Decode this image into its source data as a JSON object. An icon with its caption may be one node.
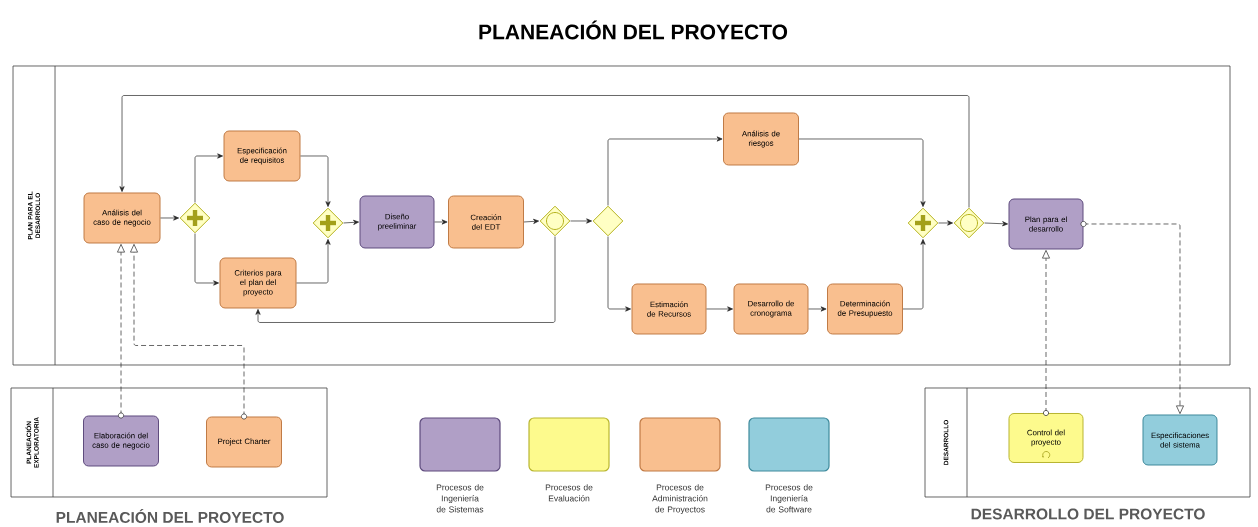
{
  "diagram": {
    "title": "PLANEACIÓN DEL PROYECTO",
    "nodes": [
      {
        "text": [
          "PLAN PARA EL DESARROLLO"
        ]
      },
      {
        "text": [
          "Análisis del caso de negocio"
        ],
        "in": 0
      },
      {
        "text": [],
        "shape": "diamond",
        "in": 0
      },
      {
        "text": [
          "Especificación de requisitos"
        ],
        "in": 0
      },
      {
        "text": [
          "Criterios para el plan del proyecto"
        ],
        "in": 0
      },
      {
        "text": [],
        "shape": "diamond",
        "in": 0
      },
      {
        "text": [
          "Diseño preeliminar"
        ],
        "in": 0
      },
      {
        "text": [
          "Creación del EDT"
        ],
        "in": 0
      },
      {
        "text": [],
        "shape": "diamond",
        "in": 0
      },
      {
        "text": [],
        "shape": "diamond",
        "in": 0
      },
      {
        "text": [
          "Análisis de riesgos"
        ],
        "in": 0
      },
      {
        "text": [
          "Estimación de Recursos"
        ],
        "in": 0
      },
      {
        "text": [
          "Desarrollo de cronograma"
        ],
        "in": 0
      },
      {
        "text": [
          "Determinación de Presupuesto"
        ],
        "in": 0
      },
      {
        "text": [],
        "shape": "diamond",
        "in": 0
      },
      {
        "text": [],
        "shape": "diamond",
        "in": 0
      },
      {
        "text": [
          "Plan para el desarrollo"
        ],
        "in": 0
      },
      {
        "text": [
          "PLANEACIÓN EXPLORATORIA"
        ]
      },
      {
        "text": [
          "Elaboración del caso de negocio"
        ],
        "in": 17
      },
      {
        "text": [
          "Project Charter"
        ],
        "in": 17
      },
      {
        "text": [
          "DESARROLLO"
        ]
      },
      {
        "text": [
          "Control del proyecto"
        ],
        "in": 20
      },
      {
        "text": [
          "Especificaciones del sistema"
        ],
        "in": 20
      }
    ],
    "edges": [
      {
        "from": 1,
        "to": 2,
        "arrow": "to"
      },
      {
        "from": 2,
        "to": 3,
        "arrow": "to"
      },
      {
        "from": 2,
        "to": 4,
        "arrow": "to"
      },
      {
        "from": 3,
        "to": 5,
        "arrow": "to"
      },
      {
        "from": 4,
        "to": 5,
        "arrow": "to"
      },
      {
        "from": 5,
        "to": 6,
        "arrow": "to"
      },
      {
        "from": 6,
        "to": 7,
        "arrow": "to"
      },
      {
        "from": 7,
        "to": 8,
        "arrow": "to"
      },
      {
        "from": 8,
        "to": 4,
        "arrow": "to"
      },
      {
        "from": 8,
        "to": 9,
        "arrow": "to"
      },
      {
        "from": 9,
        "to": 10,
        "arrow": "to"
      },
      {
        "from": 9,
        "to": 11,
        "arrow": "to"
      },
      {
        "from": 11,
        "to": 12,
        "arrow": "to"
      },
      {
        "from": 12,
        "to": 13,
        "arrow": "to"
      },
      {
        "from": 10,
        "to": 14,
        "arrow": "to"
      },
      {
        "from": 13,
        "to": 14,
        "arrow": "to"
      },
      {
        "from": 14,
        "to": 15,
        "arrow": "to"
      },
      {
        "from": 15,
        "to": 1,
        "arrow": "to"
      },
      {
        "from": 15,
        "to": 16,
        "arrow": "to"
      },
      {
        "from": 18,
        "to": 1,
        "arrow": "to",
        "style": "dashed"
      },
      {
        "from": 19,
        "to": 1,
        "arrow": "to",
        "style": "dashed"
      },
      {
        "from": 21,
        "to": 16,
        "arrow": "to",
        "style": "dashed"
      },
      {
        "from": 16,
        "to": 22,
        "arrow": "to",
        "style": "dashed"
      }
    ],
    "labels": [
      "PLANEACIÓN DEL PROYECTO",
      "DESARROLLO DEL PROYECTO"
    ],
    "legend": [
      {
        "text": "Procesos de Ingeniería de Sistemas",
        "color": "#b09fc6"
      },
      {
        "text": "Procesos de Evaluación",
        "color": "#fdfa8d"
      },
      {
        "text": "Procesos de Administración de Proyectos",
        "color": "#f9bf8f"
      },
      {
        "text": "Procesos de Ingeniería de Software",
        "color": "#92cddc"
      }
    ]
  }
}
